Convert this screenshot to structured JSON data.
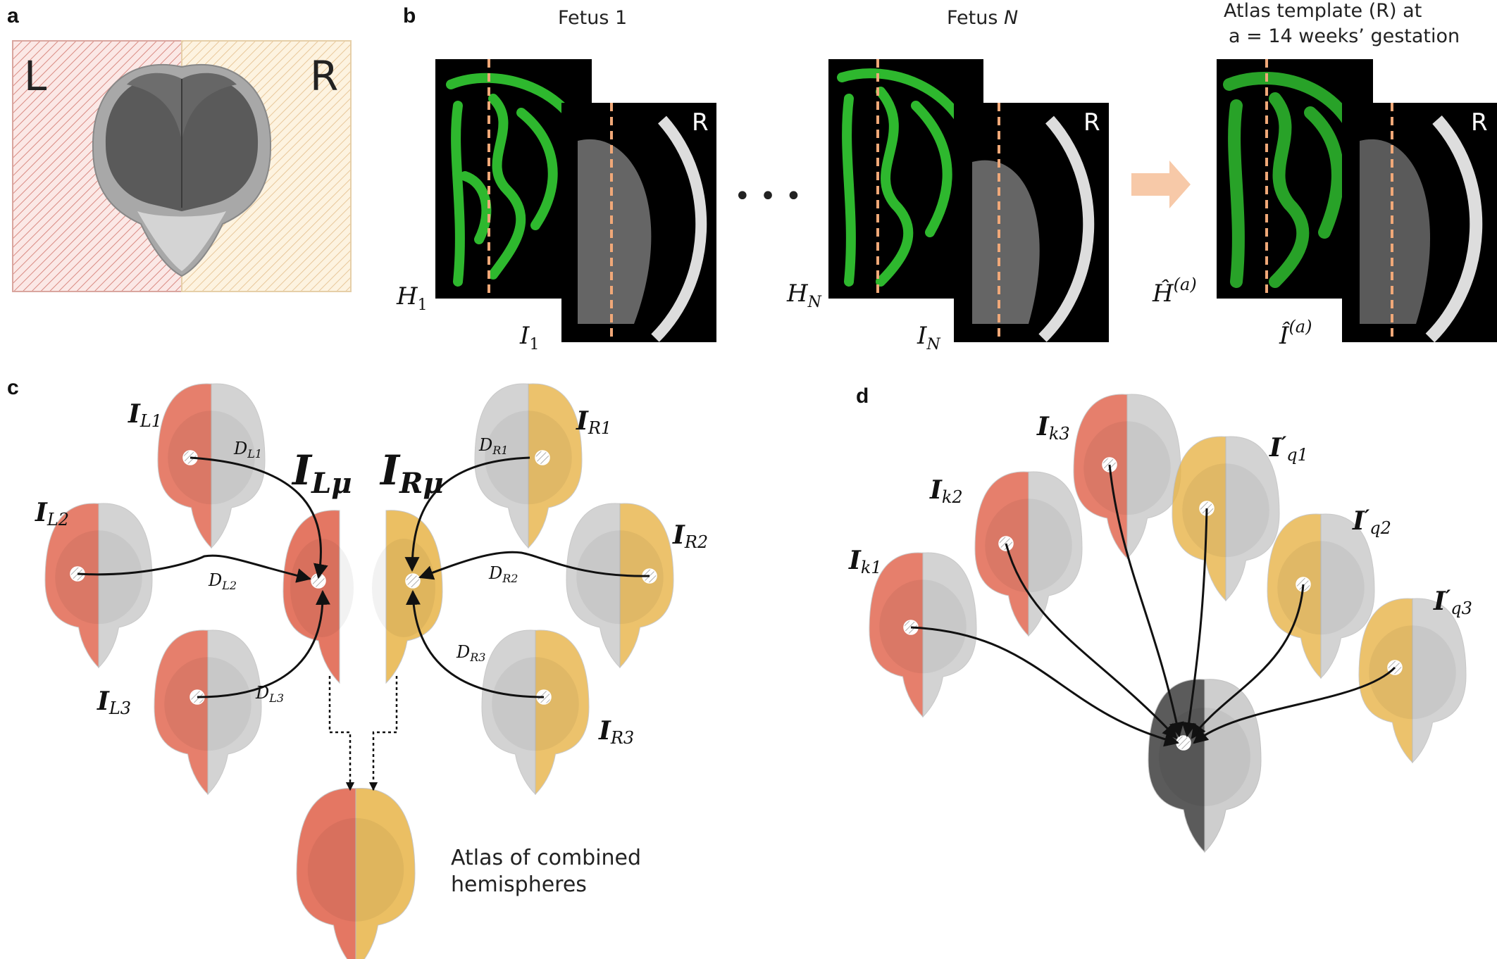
{
  "panels": {
    "a": {
      "letter": "a",
      "left_label": "L",
      "right_label": "R"
    },
    "b": {
      "letter": "b",
      "fetus1_title": "Fetus 1",
      "fetusN_title_prefix": "Fetus ",
      "fetusN_title_var": "N",
      "atlas_title_line1": "Atlas template (R) at",
      "atlas_title_line2": "a = 14 weeks’ gestation",
      "side_marker": "R",
      "ellipsis": "• • •",
      "label_H1": "H",
      "label_H1_sub": "1",
      "label_I1": "I",
      "label_I1_sub": "1",
      "label_HN": "H",
      "label_HN_sub": "N",
      "label_IN": "I",
      "label_IN_sub": "N",
      "label_Ha": "Ĥ",
      "label_Ha_sup": "(a)",
      "label_Ia": "Î",
      "label_Ia_sup": "(a)"
    },
    "c": {
      "letter": "c",
      "I_L1": "L1",
      "I_L2": "L2",
      "I_L3": "L3",
      "I_R1": "R1",
      "I_R2": "R2",
      "I_R3": "R3",
      "I_Lmu": "Lμ",
      "I_Rmu": "Rμ",
      "D_L1": "L1",
      "D_L2": "L2",
      "D_L3": "L3",
      "D_R1": "R1",
      "D_R2": "R2",
      "D_R3": "R3",
      "bold_I": "I",
      "italic_D": "D",
      "atlas_caption_line1": "Atlas of combined",
      "atlas_caption_line2": "hemispheres"
    },
    "d": {
      "letter": "d",
      "I_k1": "k1",
      "I_k2": "k2",
      "I_k3": "k3",
      "I_q1": "q1",
      "I_q2": "q2",
      "I_q3": "q3",
      "bold_I": "I",
      "prime": "′"
    }
  },
  "colors": {
    "red_hemisphere": "#e06048",
    "yellow_hemisphere": "#e8b448",
    "gray_hemisphere": "#c9c9c9",
    "dark_brain": "#4a4a4a",
    "tract_green": "#33cc33",
    "dashed_orange": "#f0a878",
    "arrow_fill": "#f7c9a8"
  }
}
